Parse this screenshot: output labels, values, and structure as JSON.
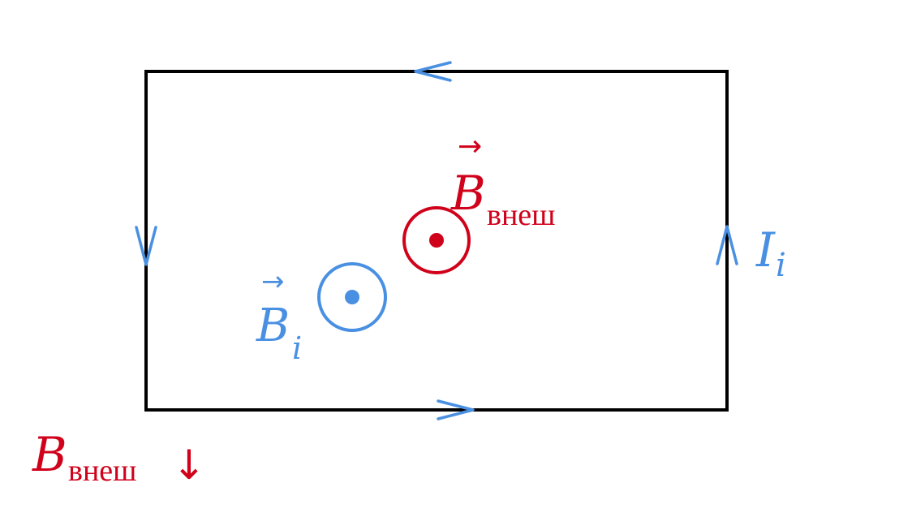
{
  "colors": {
    "loop": "#000000",
    "induced": "#4a90e2",
    "external": "#d0021b"
  },
  "labels": {
    "b_ext_vector": {
      "symbol": "B",
      "subscript": "внеш",
      "vector_arrow": "→"
    },
    "b_induced_vector": {
      "symbol": "B",
      "subscript": "i",
      "vector_arrow": "→"
    },
    "induced_current": {
      "symbol": "I",
      "subscript": "i"
    },
    "b_ext_decreasing": {
      "symbol": "B",
      "subscript": "внеш",
      "trend_arrow": "↓"
    }
  },
  "icons": {
    "field_out_of_page": "dot-in-circle-icon",
    "current_direction": "arrowhead-icon"
  }
}
